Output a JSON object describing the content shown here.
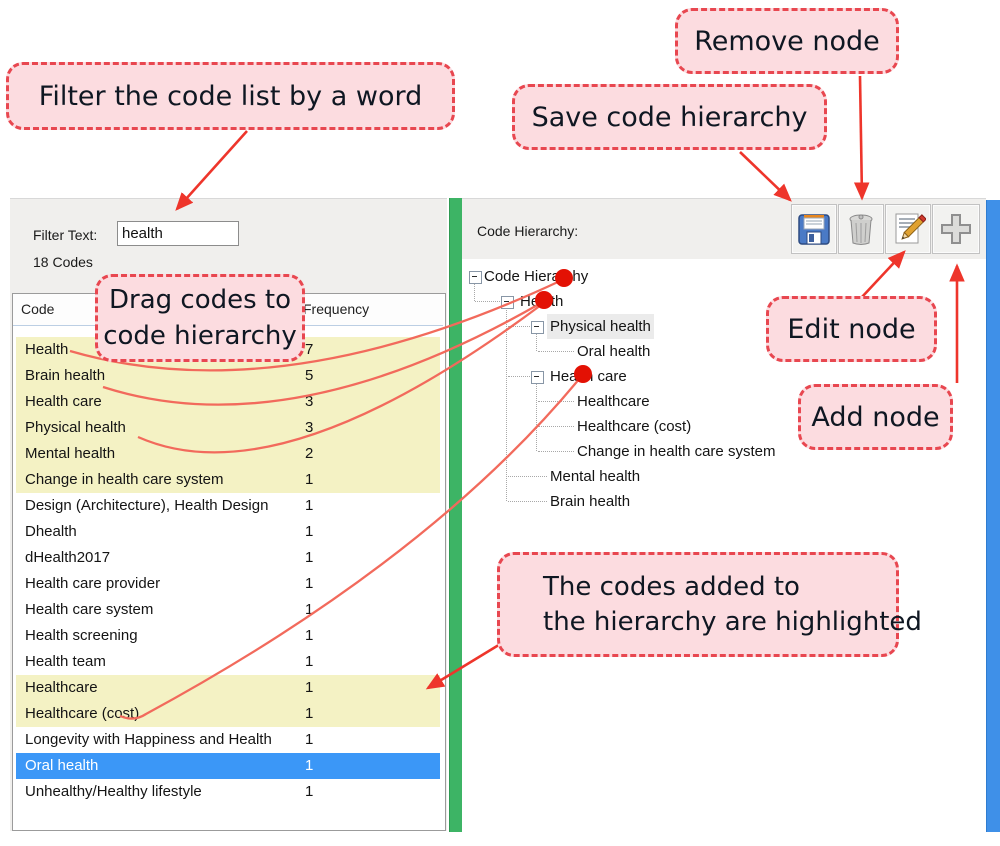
{
  "colors": {
    "callout_bg": "#fcdce0",
    "callout_border": "#e84750",
    "arrow_red": "#ee352b",
    "curve_salmon": "#f26a5c",
    "dot_red": "#e31104",
    "row_highlight_yellow": "#f4f2c4",
    "row_selected_blue": "#3b97f7",
    "splitter_green": "#3db465",
    "scrollbar_blue": "#3f90e8"
  },
  "callouts": {
    "filter": {
      "text": "Filter the code list by a word"
    },
    "remove": {
      "text": "Remove node"
    },
    "save": {
      "text": "Save code hierarchy"
    },
    "drag": {
      "lines": [
        "Drag codes to",
        "code hierarchy"
      ]
    },
    "edit": {
      "text": "Edit node"
    },
    "add": {
      "text": "Add node"
    },
    "highlight": {
      "lines": [
        "The codes added to",
        "the hierarchy are highlighted"
      ]
    }
  },
  "left_panel": {
    "filter_label": "Filter Text:",
    "filter_value": "health",
    "codes_count": "18 Codes",
    "columns": [
      "Code",
      "Frequency"
    ],
    "rows": [
      {
        "code": "Health",
        "frequency": "7",
        "state": "highlighted"
      },
      {
        "code": "Brain health",
        "frequency": "5",
        "state": "highlighted"
      },
      {
        "code": "Health care",
        "frequency": "3",
        "state": "highlighted"
      },
      {
        "code": "Physical health",
        "frequency": "3",
        "state": "highlighted"
      },
      {
        "code": "Mental health",
        "frequency": "2",
        "state": "highlighted"
      },
      {
        "code": "Change in health care system",
        "frequency": "1",
        "state": "highlighted"
      },
      {
        "code": "Design (Architecture), Health Design",
        "frequency": "1",
        "state": ""
      },
      {
        "code": "Dhealth",
        "frequency": "1",
        "state": ""
      },
      {
        "code": "dHealth2017",
        "frequency": "1",
        "state": ""
      },
      {
        "code": "Health care provider",
        "frequency": "1",
        "state": ""
      },
      {
        "code": "Health care system",
        "frequency": "1",
        "state": ""
      },
      {
        "code": "Health screening",
        "frequency": "1",
        "state": ""
      },
      {
        "code": "Health team",
        "frequency": "1",
        "state": ""
      },
      {
        "code": "Healthcare",
        "frequency": "1",
        "state": "highlighted"
      },
      {
        "code": "Healthcare (cost)",
        "frequency": "1",
        "state": "highlighted"
      },
      {
        "code": "Longevity with Happiness and Health",
        "frequency": "1",
        "state": ""
      },
      {
        "code": "Oral health",
        "frequency": "1",
        "state": "selected"
      },
      {
        "code": "Unhealthy/Healthy lifestyle",
        "frequency": "1",
        "state": ""
      }
    ]
  },
  "right_panel": {
    "title": "Code Hierarchy:",
    "toolbar": [
      {
        "label": "Save code hierarchy",
        "icon": "floppy-disk-icon"
      },
      {
        "label": "Remove node",
        "icon": "trash-icon"
      },
      {
        "label": "Edit node",
        "icon": "edit-pencil-icon"
      },
      {
        "label": "Add node",
        "icon": "plus-icon"
      }
    ],
    "tree": [
      {
        "label": "Code Hierarchy",
        "level": 0,
        "expander": true,
        "state": ""
      },
      {
        "label": "Health",
        "level": 1,
        "expander": true,
        "state": ""
      },
      {
        "label": "Physical health",
        "level": 2,
        "expander": true,
        "state": "selected-inactive"
      },
      {
        "label": "Oral health",
        "level": 3,
        "expander": false,
        "state": ""
      },
      {
        "label": "Health care",
        "level": 2,
        "expander": true,
        "state": ""
      },
      {
        "label": "Healthcare",
        "level": 3,
        "expander": false,
        "state": ""
      },
      {
        "label": "Healthcare (cost)",
        "level": 3,
        "expander": false,
        "state": ""
      },
      {
        "label": "Change in health care system",
        "level": 3,
        "expander": false,
        "state": ""
      },
      {
        "label": "Mental health",
        "level": 2,
        "expander": false,
        "state": ""
      },
      {
        "label": "Brain health",
        "level": 2,
        "expander": false,
        "state": ""
      }
    ]
  }
}
